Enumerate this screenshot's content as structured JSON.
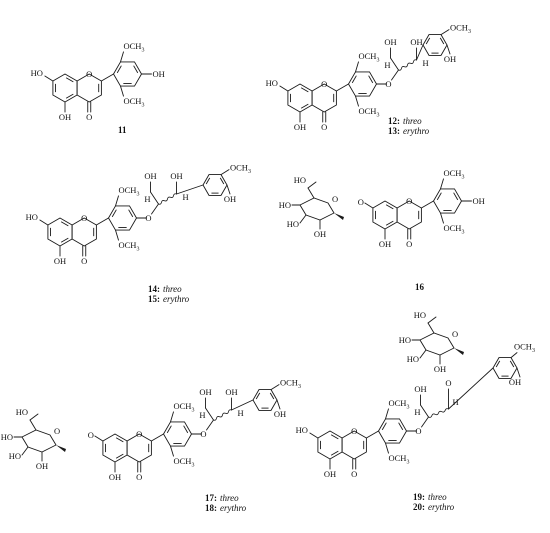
{
  "compounds": [
    {
      "id": "c11",
      "labels": [
        {
          "num": "11",
          "stereo": ""
        }
      ]
    },
    {
      "id": "c12",
      "labels": [
        {
          "num": "12:",
          "stereo": "threo"
        },
        {
          "num": "13:",
          "stereo": "erythro"
        }
      ]
    },
    {
      "id": "c14",
      "labels": [
        {
          "num": "14:",
          "stereo": "threo"
        },
        {
          "num": "15:",
          "stereo": "erythro"
        }
      ]
    },
    {
      "id": "c16",
      "labels": [
        {
          "num": "16",
          "stereo": ""
        }
      ]
    },
    {
      "id": "c17",
      "labels": [
        {
          "num": "17:",
          "stereo": "threo"
        },
        {
          "num": "18:",
          "stereo": "erythro"
        }
      ]
    },
    {
      "id": "c19",
      "labels": [
        {
          "num": "19:",
          "stereo": "threo"
        },
        {
          "num": "20:",
          "stereo": "erythro"
        }
      ]
    }
  ],
  "groups": {
    "oh": "OH",
    "ho": "HO",
    "och3": "OCH",
    "o": "O",
    "h": "H"
  }
}
